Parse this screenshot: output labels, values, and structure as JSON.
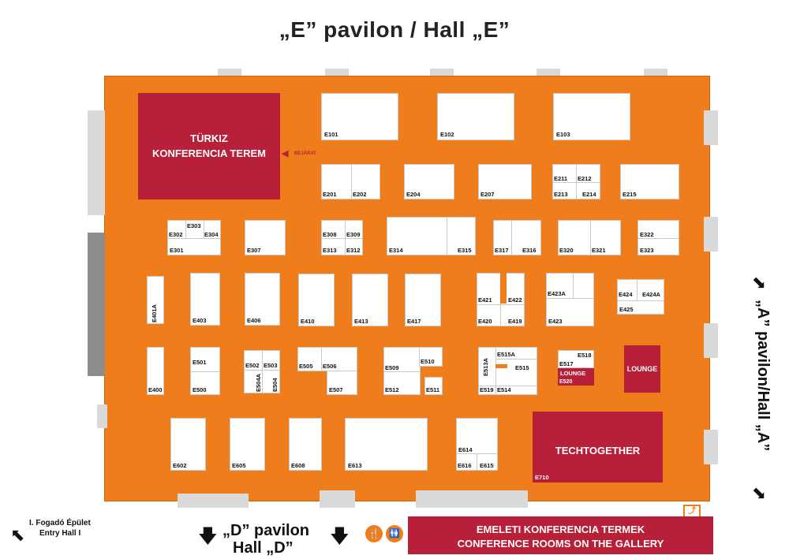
{
  "title": "„E” pavilon / Hall „E”",
  "rooms": {
    "turkiz": "TÜRKIZ\nKONFERENCIA TEREM",
    "bejarat": "BEJÁRAT",
    "techtogether": "TECHTOGETHER",
    "lounge": "LOUNGE",
    "lounge_small": "LOUNGE",
    "e520": "E520",
    "e710": "E710"
  },
  "booths": {
    "E101": "E101",
    "E102": "E102",
    "E103": "E103",
    "E201": "E201",
    "E202": "E202",
    "E204": "E204",
    "E207": "E207",
    "E211": "E211",
    "E212": "E212",
    "E213": "E213",
    "E214": "E214",
    "E215": "E215",
    "E301": "E301",
    "E302": "E302",
    "E303": "E303",
    "E304": "E304",
    "E307": "E307",
    "E308": "E308",
    "E309": "E309",
    "E313": "E313",
    "E312": "E312",
    "E314": "E314",
    "E315": "E315",
    "E317": "E317",
    "E316": "E316",
    "E320": "E320",
    "E321": "E321",
    "E322": "E322",
    "E323": "E323",
    "E401A": "E401A",
    "E403": "E403",
    "E406": "E406",
    "E410": "E410",
    "E413": "E413",
    "E417": "E417",
    "E421": "E421",
    "E422": "E422",
    "E420": "E420",
    "E419": "E419",
    "E423A": "E423A",
    "E423": "E423",
    "E424": "E424",
    "E424A": "E424A",
    "E425": "E425",
    "E400": "E400",
    "E501": "E501",
    "E500": "E500",
    "E502": "E502",
    "E503": "E503",
    "E504A": "E504A",
    "E504": "E504",
    "E505": "E505",
    "E506": "E506",
    "E507": "E507",
    "E509": "E509",
    "E510": "E510",
    "E512": "E512",
    "E511": "E511",
    "E513A": "E513A",
    "E515A": "E515A",
    "E515": "E515",
    "E519": "E519",
    "E514": "E514",
    "E518": "E518",
    "E517": "E517",
    "E602": "E602",
    "E605": "E605",
    "E608": "E608",
    "E613": "E613",
    "E614": "E614",
    "E616": "E616",
    "E615": "E615"
  },
  "side_labels": {
    "hall_a": "„A” pavilon/Hall „A”",
    "hall_d_line1": "„D” pavilon",
    "hall_d_line2": "Hall „D”",
    "entry_line1": "I. Fogadó Épület",
    "entry_line2": "Entry Hall I"
  },
  "gallery": {
    "line1": "EMELETI KONFERENCIA TERMEK",
    "line2": "CONFERENCE ROOMS ON THE GALLERY"
  },
  "colors": {
    "floor": "#ef7d1c",
    "room_red": "#b8203a",
    "booth": "#ffffff",
    "gray_opening": "#d9d9d9"
  },
  "icons": [
    "restaurant-icon",
    "restroom-icon",
    "stairs-icon"
  ]
}
